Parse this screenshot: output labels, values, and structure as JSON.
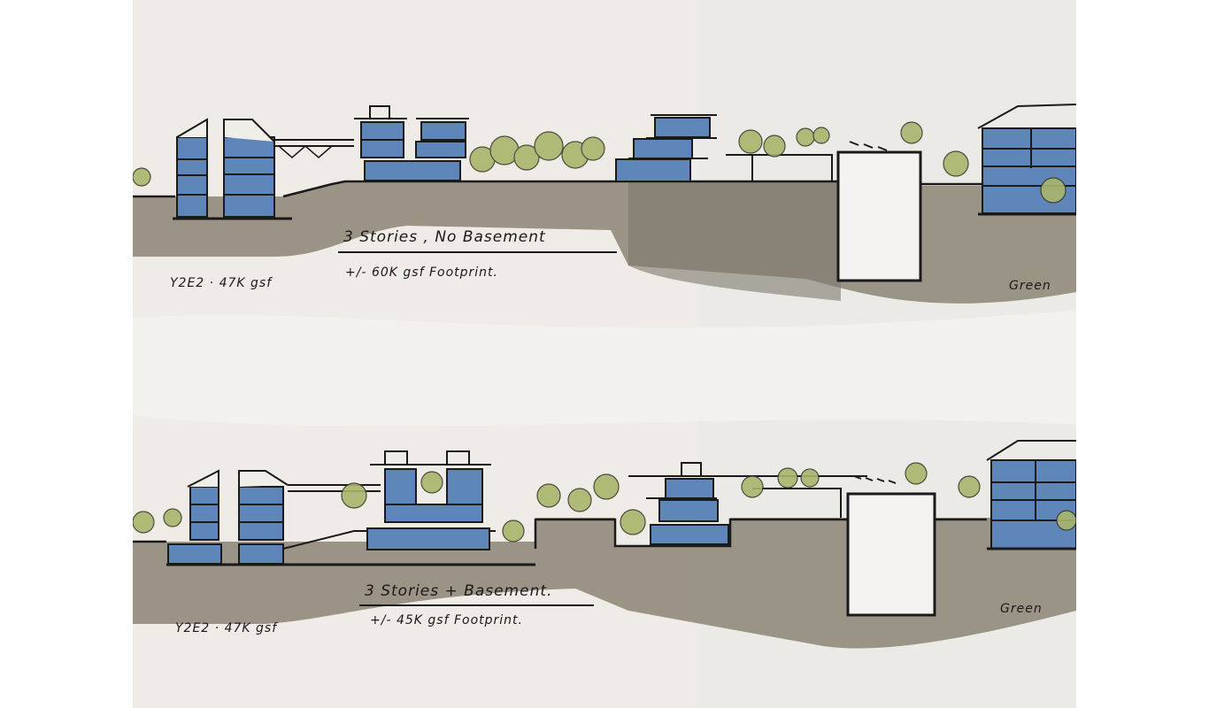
{
  "sketch": {
    "type": "architectural-site-section",
    "colors": {
      "paper": "#efebe6",
      "ground": "#8c8574",
      "building_fill": "#5e86b8",
      "tree_fill": "#a9b56c",
      "ink": "#1a1a1a"
    },
    "sections": [
      {
        "id": "section-1",
        "title": "3 Stories , No Basement",
        "footprint": "+/- 60K gsf Footprint.",
        "left_note": "Y2E2 · 47K gsf",
        "right_note": "Green"
      },
      {
        "id": "section-2",
        "title": "3 Stories + Basement.",
        "footprint": "+/- 45K gsf Footprint.",
        "left_note": "Y2E2 · 47K gsf",
        "right_note": "Green"
      }
    ]
  }
}
